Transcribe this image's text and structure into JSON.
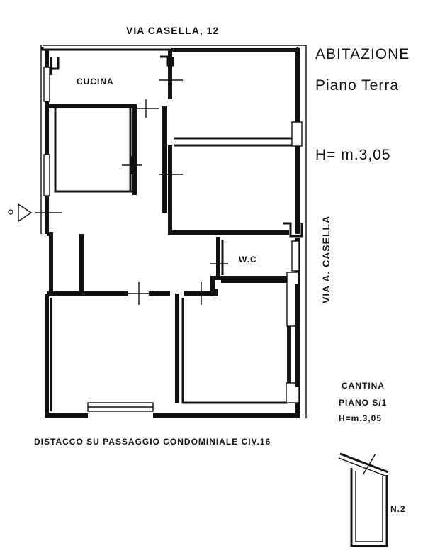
{
  "street_top": "VIA CASELLA, 12",
  "street_side": "VIA A. CASELLA",
  "bottom_note": "DISTACCO SU PASSAGGIO CONDOMINIALE CIV.16",
  "main_title": "ABITAZIONE",
  "floor": "Piano Terra",
  "height": "H= m.3,05",
  "rooms": {
    "kitchen": "CUCINA",
    "wc": "W.C"
  },
  "cellar": {
    "title": "CANTINA",
    "floor": "PIANO S/1",
    "height": "H=m.3,05",
    "number": "N.2"
  }
}
